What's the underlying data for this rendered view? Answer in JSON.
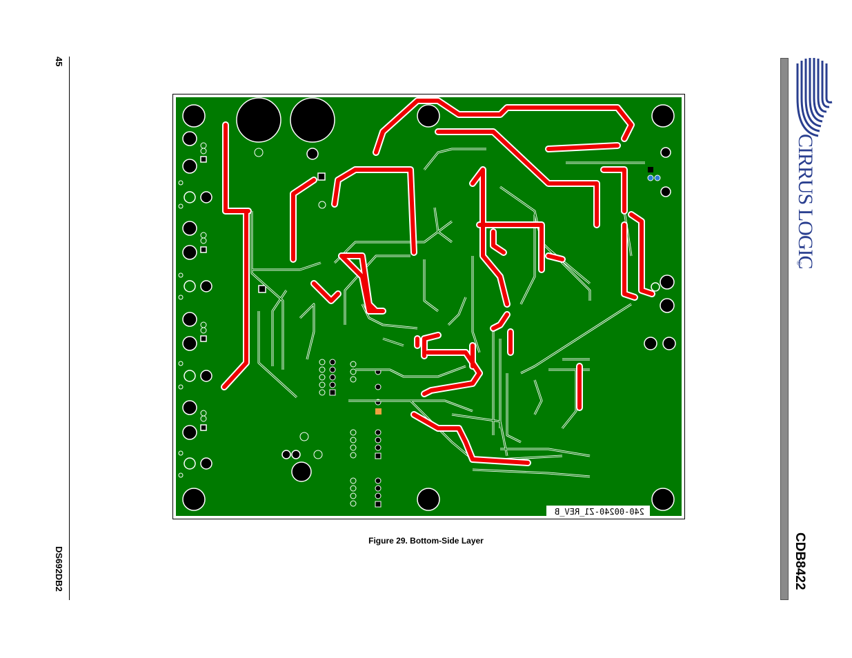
{
  "page": {
    "number": "45",
    "doc_code": "DS692DB2",
    "product": "CDB8422"
  },
  "logo": {
    "text": "CIRRUS LOGIC",
    "mark": "®"
  },
  "figure": {
    "caption": "Figure 29.  Bottom-Side Layer",
    "silkscreen_label": "240-00240-Z1_REV_B"
  },
  "colors": {
    "board": "#007a00",
    "trace_red": "#ee0000",
    "trace_outline": "#ffffff",
    "logo_blue": "#2a3f8f"
  }
}
